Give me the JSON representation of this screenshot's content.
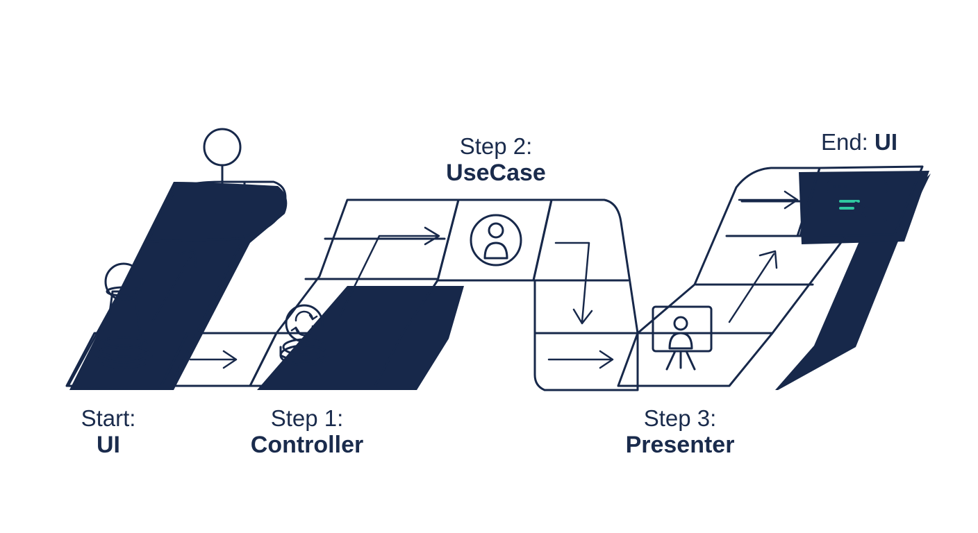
{
  "colors": {
    "navy": "#17284a",
    "blue": "#3f78dc",
    "green": "#2fc7a0",
    "light_mint": "#dcefee",
    "white": "#ffffff"
  },
  "steps": [
    {
      "id": "start",
      "prefix": "Start:",
      "name": "UI",
      "icon": "pawn-icon"
    },
    {
      "id": "step1",
      "prefix": "Step 1:",
      "name": "Controller",
      "icon": "controller-token-icon"
    },
    {
      "id": "step2",
      "prefix": "Step 2:",
      "name": "UseCase",
      "icon": "user-circle-icon"
    },
    {
      "id": "step3",
      "prefix": "Step 3:",
      "name": "Presenter",
      "icon": "presenter-easel-icon"
    },
    {
      "id": "end",
      "prefix": "End:",
      "name": "UI",
      "icon": "browser-window-icon"
    }
  ],
  "extra_icons": [
    "hierarchy-icon",
    "arrow-right-icon",
    "arrow-diagonal-icon",
    "arrow-down-icon"
  ]
}
